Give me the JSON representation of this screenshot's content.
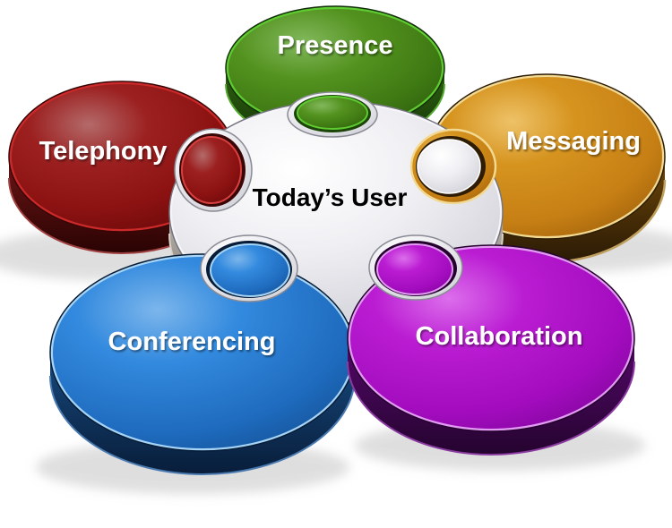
{
  "center": {
    "label": "Today’s User",
    "color": "#d6d6dd",
    "text_color": "#000000"
  },
  "pieces": [
    {
      "name": "presence",
      "label": "Presence",
      "color": "#4c8a1e",
      "position": "top"
    },
    {
      "name": "messaging",
      "label": "Messaging",
      "color": "#cf8b1e",
      "position": "right"
    },
    {
      "name": "collaboration",
      "label": "Collaboration",
      "color": "#b318cb",
      "position": "bottom-right"
    },
    {
      "name": "conferencing",
      "label": "Conferencing",
      "color": "#2b7fd4",
      "position": "bottom-left"
    },
    {
      "name": "telephony",
      "label": "Telephony",
      "color": "#9a1c1c",
      "position": "left"
    }
  ],
  "label_text_color": "#ffffff",
  "background": "#ffffff"
}
